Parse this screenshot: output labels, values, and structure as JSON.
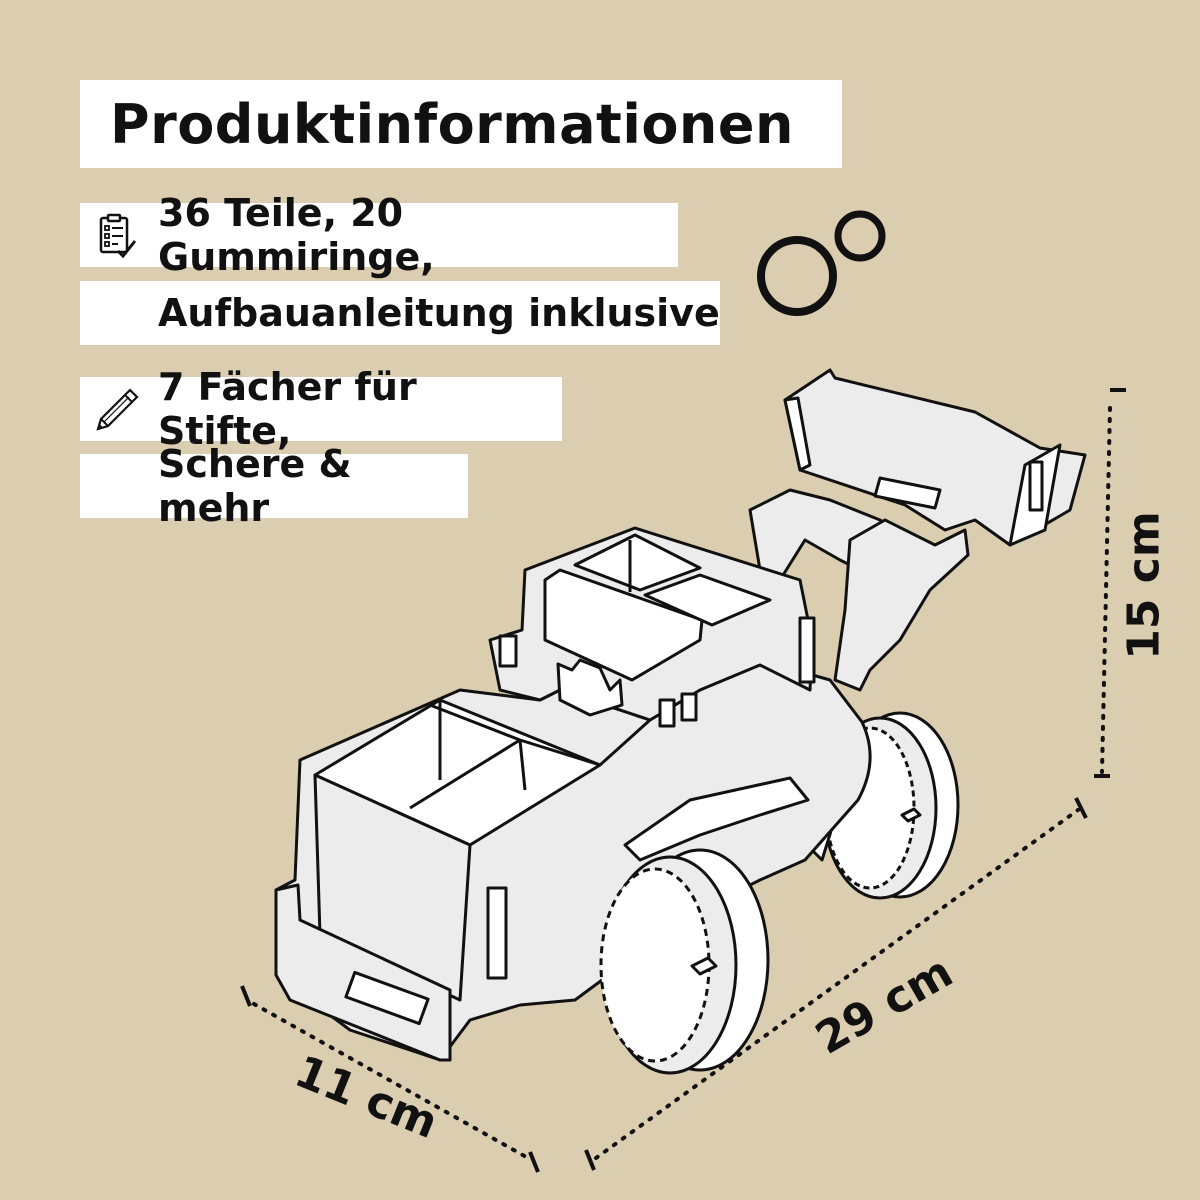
{
  "title": "Produktinformationen",
  "info": {
    "line1": "36 Teile, 20 Gummiringe,",
    "line2": "Aufbauanleitung inklusive",
    "line3": "7 Fächer für Stifte,",
    "line4": "Schere & mehr"
  },
  "dimensions": {
    "height": "15 cm",
    "length": "29 cm",
    "width": "11 cm"
  },
  "icons": {
    "checklist": "clipboard-checklist-icon",
    "pencil": "pencil-icon",
    "rings": "rubber-rings-icon"
  },
  "colors": {
    "background": "#dbcdb0",
    "box": "#ffffff",
    "text": "#111111"
  }
}
